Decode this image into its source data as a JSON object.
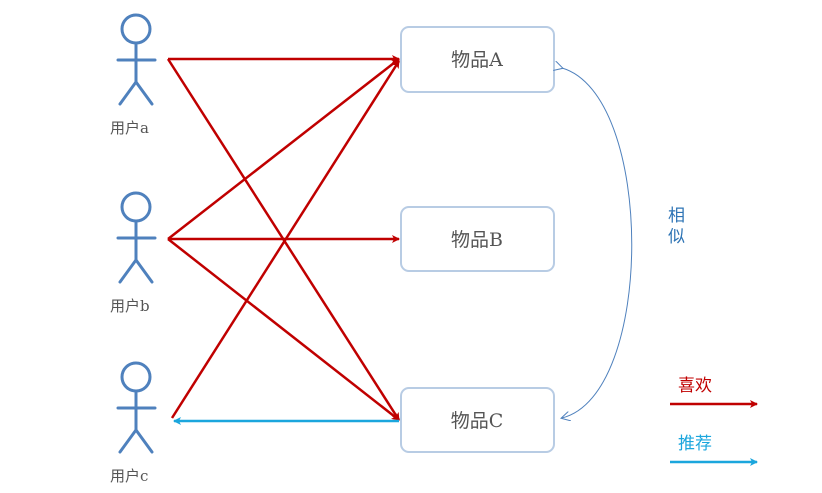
{
  "users": [
    {
      "label": "用户a"
    },
    {
      "label": "用户b"
    },
    {
      "label": "用户c"
    }
  ],
  "items": [
    {
      "label": "物品A"
    },
    {
      "label": "物品B"
    },
    {
      "label": "物品C"
    }
  ],
  "similarity": {
    "label_line1": "相",
    "label_line2": "似"
  },
  "legend": {
    "like": {
      "label": "喜欢",
      "color": "#c00000"
    },
    "recommend": {
      "label": "推荐",
      "color": "#1ba6dd"
    }
  },
  "colors": {
    "user_figure": "#4f81bd",
    "item_box_border": "#b8cce4",
    "similarity_arc": "#4f81bd",
    "similarity_text": "#2e74b5"
  },
  "relations": [
    {
      "from": "用户a",
      "to": "物品A",
      "type": "like"
    },
    {
      "from": "用户a",
      "to": "物品C",
      "type": "like"
    },
    {
      "from": "用户b",
      "to": "物品A",
      "type": "like"
    },
    {
      "from": "用户b",
      "to": "物品B",
      "type": "like"
    },
    {
      "from": "用户b",
      "to": "物品C",
      "type": "like"
    },
    {
      "from": "用户c",
      "to": "物品A",
      "type": "like"
    },
    {
      "from": "物品C",
      "to": "用户c",
      "type": "recommend"
    }
  ]
}
